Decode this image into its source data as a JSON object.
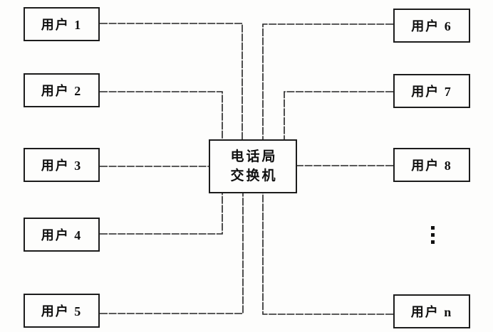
{
  "diagram": {
    "type": "telephone-exchange-star-topology",
    "center_box": {
      "line1": "电话局",
      "line2": "交换机"
    },
    "left_users": [
      "用户 1",
      "用户 2",
      "用户 3",
      "用户 4",
      "用户 5"
    ],
    "right_users": [
      "用户 6",
      "用户 7",
      "用户 8",
      "用户 n"
    ],
    "ellipsis_icon": "vertical-ellipsis",
    "colors": {
      "background": "#fdfdfc",
      "line": "#232323",
      "text": "#101010"
    }
  }
}
